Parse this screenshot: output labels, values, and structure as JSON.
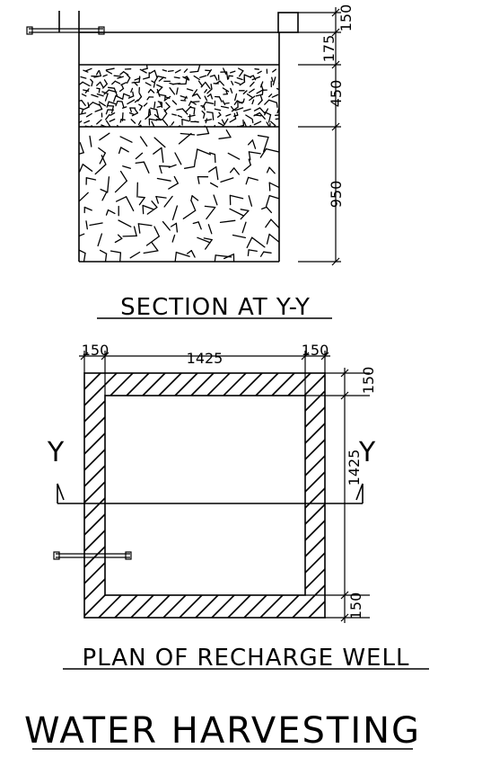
{
  "section": {
    "title": "SECTION AT Y-Y",
    "dims": {
      "top": "150",
      "d1": "175",
      "d2": "450",
      "d3": "950"
    }
  },
  "plan": {
    "title": "PLAN OF RECHARGE WELL",
    "dims": {
      "wall_left": "150",
      "inner_width": "1425",
      "wall_right": "150",
      "wall_top": "150",
      "inner_height": "1425",
      "wall_bottom": "150"
    },
    "section_marker_left": "Y",
    "section_marker_right": "Y"
  },
  "drawing_title": "WATER HARVESTING"
}
